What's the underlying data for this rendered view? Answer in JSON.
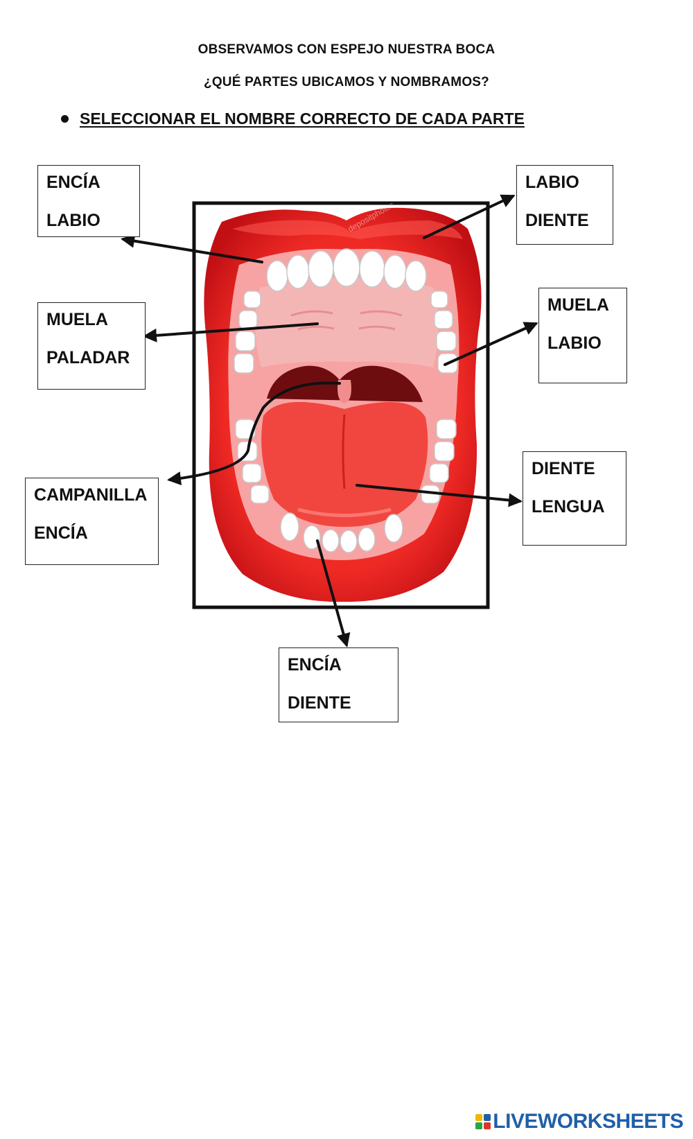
{
  "header": {
    "line1": "OBSERVAMOS CON ESPEJO NUESTRA BOCA",
    "line2": "¿QUÉ PARTES UBICAMOS Y NOMBRAMOS?",
    "instruction": "SELECCIONAR EL NOMBRE CORRECTO DE CADA PARTE"
  },
  "label_boxes": [
    {
      "options": [
        "ENCÍA",
        "LABIO"
      ]
    },
    {
      "options": [
        "LABIO",
        "DIENTE"
      ]
    },
    {
      "options": [
        "MUELA",
        "PALADAR"
      ]
    },
    {
      "options": [
        "MUELA",
        "LABIO"
      ]
    },
    {
      "options": [
        "CAMPANILLA",
        "ENCÍA"
      ]
    },
    {
      "options": [
        "DIENTE",
        "LENGUA"
      ]
    },
    {
      "options": [
        "ENCÍA",
        "DIENTE"
      ]
    }
  ],
  "illustration": {
    "watermark": "depositphotos"
  },
  "footer": {
    "brand": "LIVEWORKSHEETS"
  },
  "colors": {
    "lip": "#e8151b",
    "lip_dark": "#b30d12",
    "gum": "#f7a3a3",
    "palate": "#f4b0b0",
    "tongue": "#f0463f",
    "throat": "#6e0d10",
    "tooth": "#ffffff",
    "brand_blue": "#1f5fa8"
  }
}
